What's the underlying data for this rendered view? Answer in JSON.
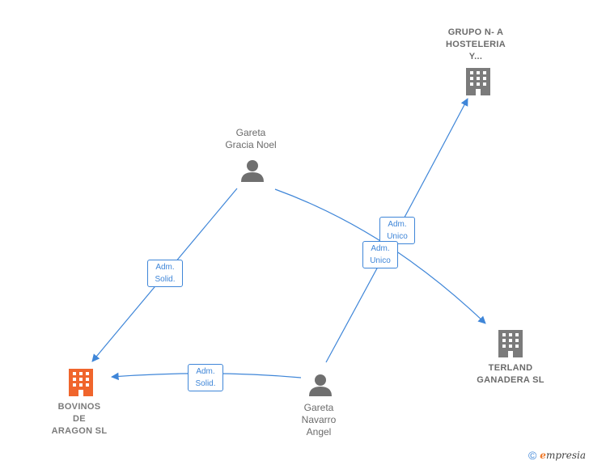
{
  "nodes": {
    "grupo": {
      "label": "GRUPO N- A\nHOSTELERIA\nY...",
      "icon": "building-icon",
      "color": "#7b7b7b"
    },
    "gareta_gracia": {
      "label": "Gareta\nGracia Noel",
      "icon": "person-icon",
      "color": "#6f6f6f"
    },
    "terland": {
      "label": "TERLAND\nGANADERA SL",
      "icon": "building-icon",
      "color": "#7b7b7b"
    },
    "bovinos": {
      "label": "BOVINOS\nDE\nARAGON SL",
      "icon": "building-icon",
      "color": "#f0652c"
    },
    "gareta_navarro": {
      "label": "Gareta\nNavarro\nAngel",
      "icon": "person-icon",
      "color": "#6f6f6f"
    }
  },
  "edges": {
    "e1": {
      "label": "Adm.\nSolid."
    },
    "e2": {
      "label": "Adm.\nUnico"
    },
    "e3": {
      "label": "Adm.\nUnico"
    },
    "e4": {
      "label": "Adm.\nSolid."
    }
  },
  "colors": {
    "edge": "#3f86d8"
  },
  "footer": {
    "copyright": "©",
    "brand_initial": "e",
    "brand_rest": "mpresia"
  }
}
